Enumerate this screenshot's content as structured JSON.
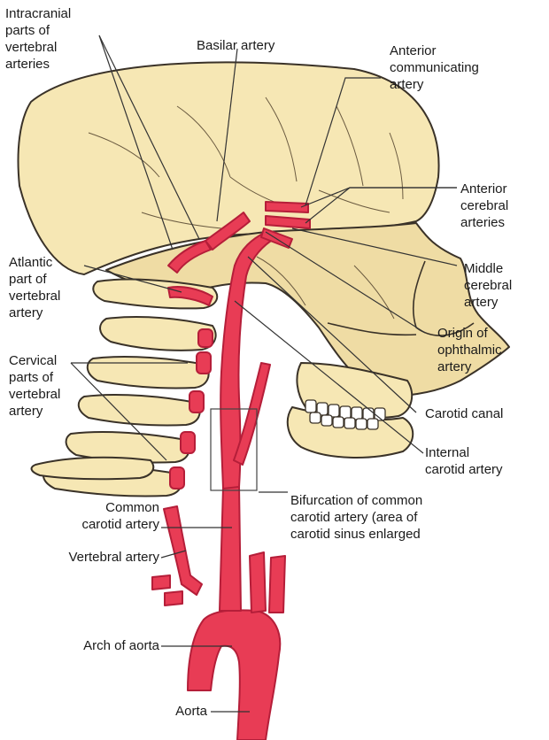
{
  "labels": {
    "intracranial": "Intracranial\nparts of\nvertebral\narteries",
    "basilar": "Basilar artery",
    "anterior_communicating": "Anterior\ncommunicating\nartery",
    "anterior_cerebral": "Anterior\ncerebral\narteries",
    "atlantic": "Atlantic\npart of\nvertebral\nartery",
    "middle_cerebral": "Middle\ncerebral\nartery",
    "cervical": "Cervical\nparts of\nvertebral\nartery",
    "ophthalmic": "Origin of\nophthalmic\nartery",
    "carotid_canal": "Carotid canal",
    "internal_carotid": "Internal\ncarotid artery",
    "bifurcation": "Bifurcation of common\ncarotid artery (area of\ncarotid sinus enlarged",
    "common_carotid": "Common\ncarotid artery",
    "vertebral": "Vertebral artery",
    "arch_aorta": "Arch of aorta",
    "aorta": "Aorta"
  },
  "colors": {
    "bone": "#f6e7b4",
    "bone_outline": "#3a3228",
    "artery": "#e83c55",
    "artery_dark": "#b51e39",
    "leader": "#333333"
  }
}
